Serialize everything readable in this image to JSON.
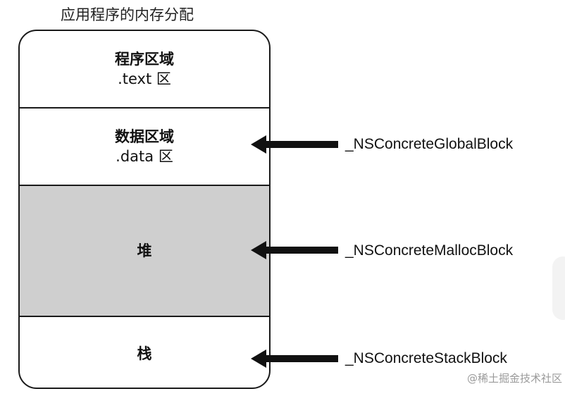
{
  "title": "应用程序的内存分配",
  "regions": [
    {
      "name": "程序区域",
      "sub": ".text 区"
    },
    {
      "name": "数据区域",
      "sub": ".data 区"
    },
    {
      "name": "堆",
      "sub": ""
    },
    {
      "name": "栈",
      "sub": ""
    }
  ],
  "arrows": [
    {
      "label": "_NSConcreteGlobalBlock"
    },
    {
      "label": "_NSConcreteMallocBlock"
    },
    {
      "label": "_NSConcreteStackBlock"
    }
  ],
  "watermark": "@稀土掘金技术社区",
  "colors": {
    "heap_fill": "#cfcfcf",
    "stroke": "#1a1a1a"
  }
}
